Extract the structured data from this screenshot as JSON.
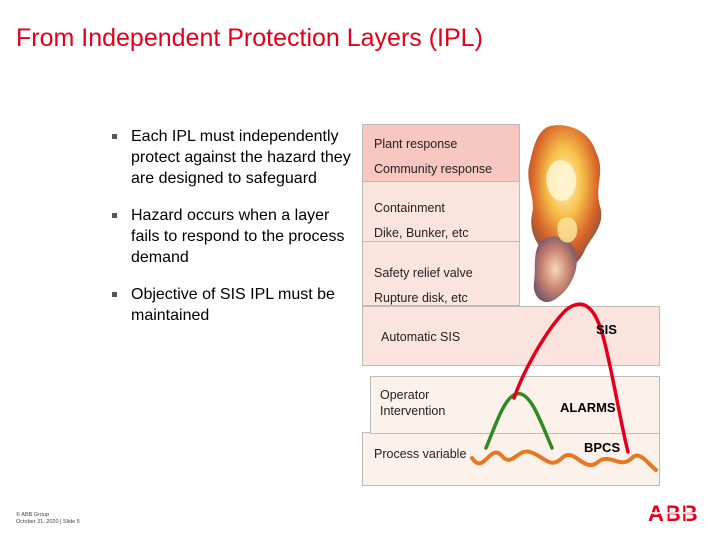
{
  "slide": {
    "title": "From Independent Protection Layers (IPL)",
    "bullets": [
      "Each IPL must independently protect against the hazard they are designed to safeguard",
      "Hazard occurs when a layer fails to respond to the process demand",
      "Objective of SIS IPL must be maintained"
    ]
  },
  "layers": {
    "plant": "Plant response",
    "community": "Community response",
    "containment": "Containment",
    "dike": "Dike, Bunker, etc",
    "relief": "Safety relief valve",
    "rupture": "Rupture disk, etc",
    "sis_box": "Automatic SIS",
    "operator_line1": "Operator",
    "operator_line2": "Intervention",
    "process": "Process variable"
  },
  "labels": {
    "sis": "SIS",
    "alarms": "ALARMS",
    "bpcs": "BPCS"
  },
  "footer": {
    "line1": "© ABB Group",
    "line2": "October 31, 2020 | Slide 5"
  },
  "logo": {
    "text": "ABB"
  },
  "colors": {
    "title": "#e2001a",
    "layer_top": "#f8c8c0",
    "layer_mid": "#fbe4de",
    "layer_low": "#fdf1ec",
    "curve_sis": "#e2001a",
    "curve_alarms": "#2e8b22",
    "curve_bpcs": "#e87722"
  }
}
